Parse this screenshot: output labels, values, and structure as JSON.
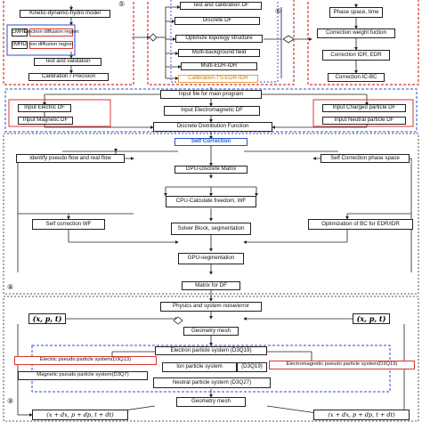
{
  "section1": {
    "number": "⑤",
    "kinetic_model": "Kinetic-dynamic-hydro model",
    "emhd_tag": "EMHD",
    "imhd_tag": "IMHD",
    "electron_region": "Electron diffusion region",
    "ion_region": "Ion diffusion region",
    "test_validation": "Test and validation",
    "calibration": "Calibration / Precision"
  },
  "section2": {
    "number": "⑥",
    "test_calibration_df": "Test and calibration DF",
    "discrete_df": "Discrete DF",
    "optimize_topology": "Optimize topology structure",
    "multi_background": "Multi-background field",
    "multi_edr_idr": "Multi-EDR-IDR",
    "calibration_ts": "Calibration-TS-EDR-IDR"
  },
  "section3": {
    "phase_space": "Phase space, time",
    "correction_weight": "Correction weight fuction",
    "correction_idr_edr": "Correction IDR, EDR",
    "correction_ic_bc": "Correction IC-BC"
  },
  "section4": {
    "input_file": "Input file for main program",
    "input_electric": "Input Electric DF",
    "input_magnetic": "Input Magnetic DF",
    "input_em": "Input Electromagnetic DF",
    "input_charged": "Input Charged particle DF",
    "input_neutral": "Input Neutral particle DF",
    "discrete_dist": "Discrete Distribution Function"
  },
  "section5": {
    "number": "⑧",
    "self_correction": "Self Correction",
    "identify_pseudo": "Identify pseudo flow and real flow",
    "self_correction_phase": "Self Correction phase space",
    "gpu_discrete": "GPU-Discrete Matrix",
    "cpu_calculate": "CPU-Calculate freedom, WF",
    "self_correction_wf": "Self correction WF",
    "optimization_bc": "Optimization of BC for EDR/IDR",
    "solver_block": "Solver Block, segmentation",
    "gpu_segmentation": "GPU-segmentation",
    "matrix_df": "Matrix for DF"
  },
  "section6": {
    "number": "⑨",
    "physics_noise": "Physics and system noise/error",
    "math_xpt": "(x, p, t)",
    "geometry_mesh_1": "Geometry mesh",
    "electron_system": "Electron particle system (D3Q19)",
    "electric_pseudo": "Electric pseudo particle system(D3Q13)",
    "ion_system": "Ion particle system",
    "ion_code": "(D3Q19)",
    "em_pseudo": "Electromagnetic  pseudo particle system(D3Q19)",
    "magnetic_pseudo": "Magnetic pseudo particle system(D3Q7)",
    "neutral_system": "Neutral particle system (D3Q27)",
    "geometry_mesh_2": "Geometry mesh",
    "math_next": "(x + dx, p + dp, t + dt)"
  },
  "colors": {
    "red": "#d9352f",
    "blue": "#2a4fd0",
    "orange": "#e8a23a",
    "dark": "#222222"
  }
}
